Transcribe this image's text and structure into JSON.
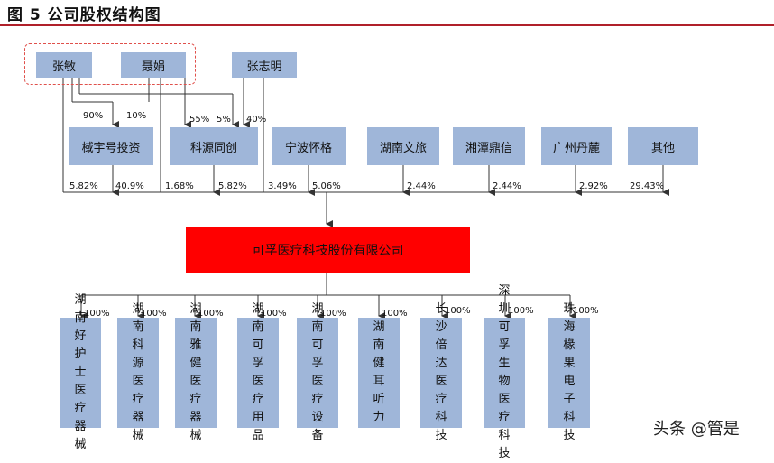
{
  "title": "图 5 公司股权结构图",
  "people": {
    "zhang_min": "张敏",
    "nie_juan": "聂娟",
    "zhang_zhiming": "张志明"
  },
  "holders": [
    {
      "id": "yuyuhao",
      "name": "棫宇号投资"
    },
    {
      "id": "keyuan",
      "name": "科源同创"
    },
    {
      "id": "ningbo",
      "name": "宁波怀格"
    },
    {
      "id": "hunan_wenlv",
      "name": "湖南文旅"
    },
    {
      "id": "xiangtan",
      "name": "湘潭鼎信"
    },
    {
      "id": "guangzhou",
      "name": "广州丹麓"
    },
    {
      "id": "other",
      "name": "其他"
    }
  ],
  "upper_pcts": {
    "zm_to_yuyuhao": "90%",
    "nj_to_yuyuhao": "10%",
    "zm_to_keyuan": "55%",
    "nj_to_keyuan": "5%",
    "zzm_to_keyuan": "40%"
  },
  "holding_pcts": {
    "zhang_min": "5.82%",
    "yuyuhao": "40.9%",
    "nie_juan": "1.68%",
    "keyuan": "5.82%",
    "zhang_zhiming": "3.49%",
    "ningbo": "5.06%",
    "hunan_wenlv": "2.44%",
    "xiangtan": "2.44%",
    "guangzhou": "2.92%",
    "other": "29.43%"
  },
  "company": "可孚医疗科技股份有限公司",
  "subsidiaries": [
    {
      "name": "湖南好护士医疗器械",
      "pct": "100%"
    },
    {
      "name": "湖南科源医疗器械",
      "pct": "100%"
    },
    {
      "name": "湖南雅健医疗器械",
      "pct": "100%"
    },
    {
      "name": "湖南可孚医疗用品",
      "pct": "100%"
    },
    {
      "name": "湖南可孚医疗设备",
      "pct": "100%"
    },
    {
      "name": "湖南健耳听力",
      "pct": "100%"
    },
    {
      "name": "长沙倍达医疗科技",
      "pct": "100%"
    },
    {
      "name": "深圳可孚生物医疗科技",
      "pct": "100%"
    },
    {
      "name": "珠海椽果电子科技",
      "pct": "100%"
    }
  ],
  "watermark": "头条 @管是"
}
